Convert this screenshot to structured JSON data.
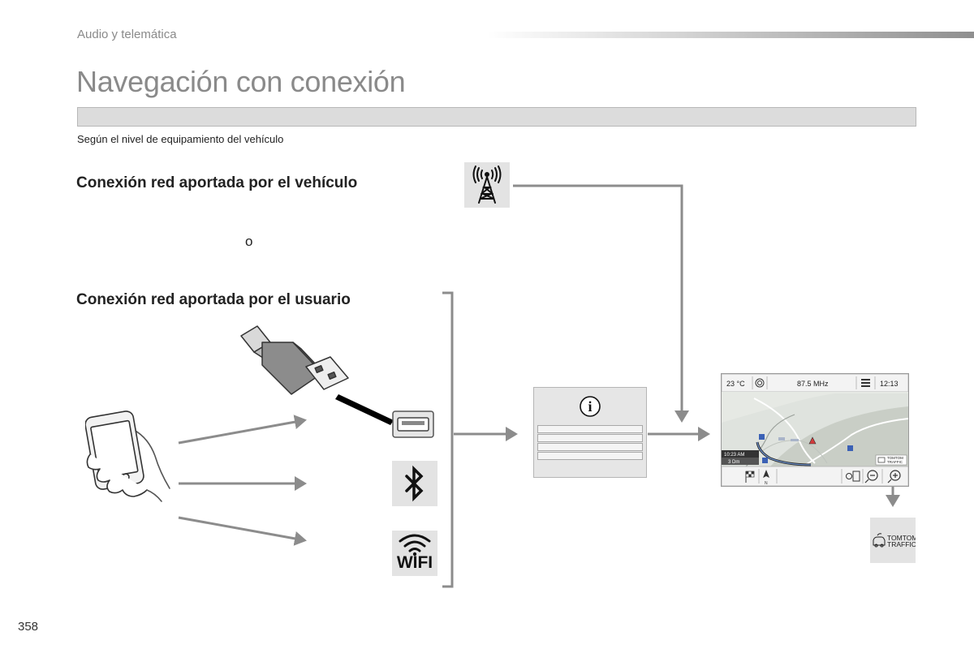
{
  "header": {
    "section_label": "Audio y telemática",
    "title": "Navegación con conexión"
  },
  "subtitle": "Según el nivel de equipamiento del vehículo",
  "vehicle_connection": {
    "heading": "Conexión red aportada por el vehículo"
  },
  "or_label": "o",
  "user_connection": {
    "heading": "Conexión red aportada por el usuario"
  },
  "icons": {
    "antenna": "antenna-icon",
    "smartphone": "smartphone-icon",
    "usb_cable": "usb-cable-icon",
    "usb_port": "usb-port-icon",
    "bluetooth": "bluetooth-icon",
    "wifi": "wifi-icon",
    "info": "info-icon",
    "traffic": "tomtom-traffic-icon"
  },
  "wifi_label": "WIFI",
  "info_panel": {
    "symbol": "i"
  },
  "nav_screen": {
    "temperature": "23 °C",
    "frequency": "87.5 MHz",
    "time": "12:13",
    "status_time": "10:23 AM",
    "distance": "3 Dm",
    "compass": "N",
    "traffic_line1": "TOMTOM",
    "traffic_line2": "TRAFFIC"
  },
  "traffic_tile": {
    "line1": "TOMTOM",
    "line2": "TRAFFIC"
  },
  "colors": {
    "arrow": "#8c8c8c",
    "tile": "#e3e3e3",
    "title": "#8a8a8a"
  },
  "page_number": "358"
}
